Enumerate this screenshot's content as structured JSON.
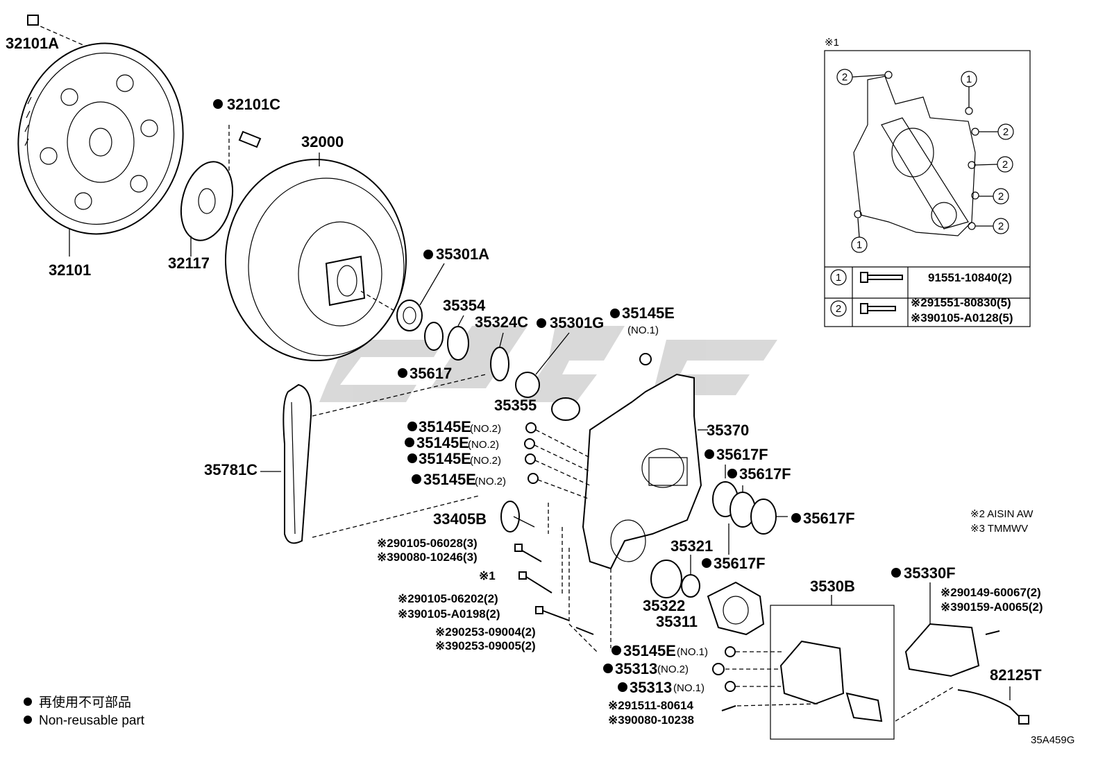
{
  "diagram": {
    "code": "35A459G",
    "watermark": "CJJ"
  },
  "inset": {
    "marker": "※1",
    "callout_1": "1",
    "callout_2": "2",
    "table": [
      {
        "key": "1",
        "parts": [
          "91551-10840(2)"
        ]
      },
      {
        "key": "2",
        "parts": [
          "※291551-80830(5)",
          "※390105-A0128(5)"
        ]
      }
    ]
  },
  "makers": {
    "line1": "※2 AISIN AW",
    "line2": "※3 TMMWV"
  },
  "legend": {
    "jp": "再使用不可部品",
    "en": "Non-reusable part"
  },
  "labels": {
    "p32101A": "32101A",
    "p32101": "32101",
    "p32101C": "32101C",
    "p32117": "32117",
    "p32000": "32000",
    "p35301A": "35301A",
    "p35354": "35354",
    "p35324C": "35324C",
    "p35301G": "35301G",
    "p35145E": "35145E",
    "no1": "(NO.1)",
    "no2": "(NO.2)",
    "p35617": "35617",
    "p35355": "35355",
    "p35370": "35370",
    "p35617F": "35617F",
    "p35781C": "35781C",
    "p33405B": "33405B",
    "b1a": "※290105-06028(3)",
    "b1b": "※390080-10246(3)",
    "b2": "※1",
    "b3a": "※290105-06202(2)",
    "b3b": "※390105-A0198(2)",
    "b4a": "※290253-09004(2)",
    "b4b": "※390253-09005(2)",
    "p35321": "35321",
    "p35322": "35322",
    "p35311": "35311",
    "p3530B": "3530B",
    "p35313": "35313",
    "b5a": "※291511-80614",
    "b5b": "※390080-10238",
    "p35330F": "35330F",
    "b6a": "※290149-60067(2)",
    "b6b": "※390159-A0065(2)",
    "p82125T": "82125T"
  }
}
